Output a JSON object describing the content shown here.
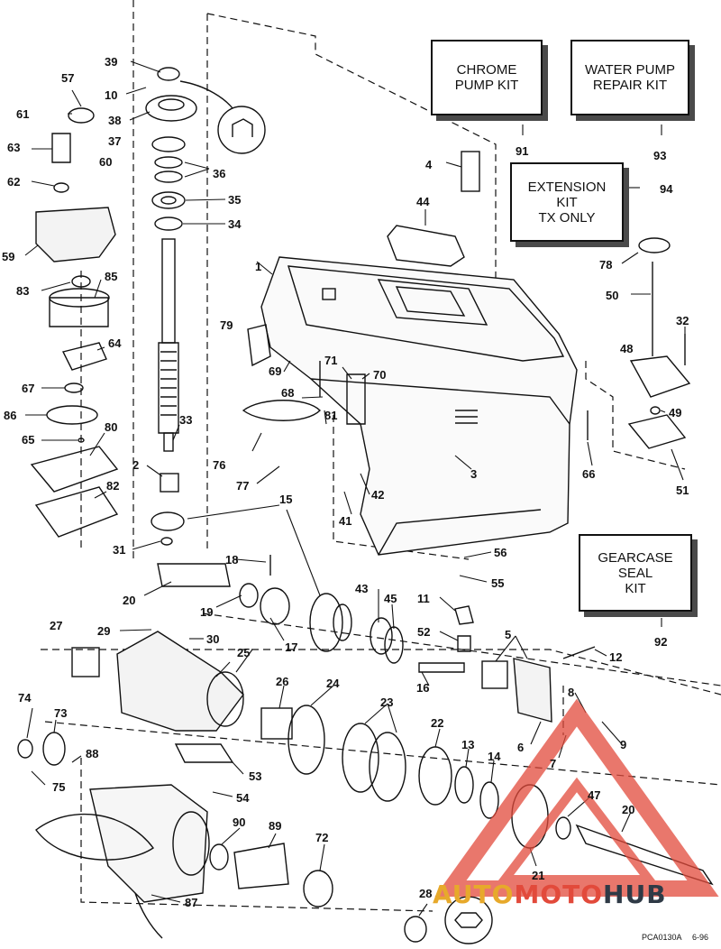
{
  "kits": {
    "chrome_pump": "CHROME\nPUMP KIT",
    "water_pump": "WATER PUMP\nREPAIR KIT",
    "extension": "EXTENSION\nKIT\nTX ONLY",
    "gearcase_seal": "GEARCASE\nSEAL\nKIT"
  },
  "callouts": {
    "n1": "1",
    "n2": "2",
    "n3": "3",
    "n4": "4",
    "n5": "5",
    "n6": "6",
    "n7": "7",
    "n8": "8",
    "n9": "9",
    "n10": "10",
    "n11": "11",
    "n12": "12",
    "n13": "13",
    "n14": "14",
    "n15": "15",
    "n16": "16",
    "n17": "17",
    "n18": "18",
    "n19": "19",
    "n20": "20",
    "n20b": "20",
    "n21": "21",
    "n22": "22",
    "n23": "23",
    "n24": "24",
    "n25": "25",
    "n26": "26",
    "n27": "27",
    "n28": "28",
    "n29": "29",
    "n30": "30",
    "n31": "31",
    "n32": "32",
    "n33": "33",
    "n34": "34",
    "n35": "35",
    "n36": "36",
    "n37": "37",
    "n38": "38",
    "n39": "39",
    "n41": "41",
    "n42": "42",
    "n43": "43",
    "n44": "44",
    "n45": "45",
    "n47": "47",
    "n48": "48",
    "n49": "49",
    "n50": "50",
    "n51": "51",
    "n52": "52",
    "n53": "53",
    "n54": "54",
    "n55": "55",
    "n56": "56",
    "n57": "57",
    "n59": "59",
    "n60": "60",
    "n61": "61",
    "n62": "62",
    "n63": "63",
    "n64": "64",
    "n65": "65",
    "n66": "66",
    "n67": "67",
    "n68": "68",
    "n69": "69",
    "n70": "70",
    "n71": "71",
    "n72": "72",
    "n73": "73",
    "n74": "74",
    "n75": "75",
    "n76": "76",
    "n77": "77",
    "n78": "78",
    "n79": "79",
    "n80": "80",
    "n81": "81",
    "n82": "82",
    "n83": "83",
    "n85": "85",
    "n86": "86",
    "n87": "87",
    "n88": "88",
    "n89": "89",
    "n90": "90",
    "n91": "91",
    "n92": "92",
    "n93": "93",
    "n94": "94"
  },
  "footer": {
    "code": "PCA0130A",
    "date": "6-96"
  },
  "watermark": {
    "part1": "AUTO",
    "part2": "MOTO",
    "part3": "HUB"
  },
  "colors": {
    "line": "#111111",
    "watermark_red": "#e24a3b",
    "watermark_gold": "#e7a92b",
    "watermark_dark": "#2f3a46"
  }
}
